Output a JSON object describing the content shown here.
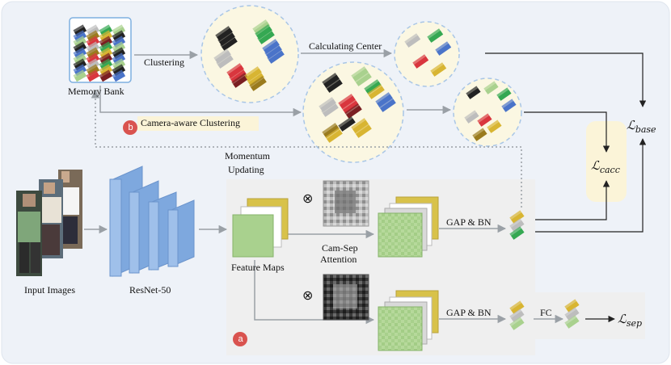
{
  "labels": {
    "memory_bank": "Memory Bank",
    "clustering": "Clustering",
    "calculating_center": "Calculating Center",
    "camera_aware_clustering": "Camera-aware Clustering",
    "momentum": "Momentum",
    "updating": "Updating",
    "input_images": "Input Images",
    "backbone": "ResNet-50",
    "feature_maps": "Feature Maps",
    "cam_sep_1": "Cam-Sep",
    "cam_sep_2": "Attention",
    "gap_bn_top": "GAP & BN",
    "gap_bn_bottom": "GAP & BN",
    "fc": "FC",
    "badge_a": "a",
    "badge_b": "b",
    "otimes_top": "⊗",
    "otimes_bottom": "⊗"
  },
  "losses": {
    "base": "ℒ",
    "base_sub": "base",
    "cacc": "ℒ",
    "cacc_sub": "cacc",
    "sep": "ℒ",
    "sep_sub": "sep"
  },
  "colors": {
    "background_panel": "#eef2f8",
    "module_panel": "#f0f0f0",
    "cluster_fill": "#fbf7e2",
    "cluster_border": "#a9c6e6",
    "backbone_blue": "#8fb6e6",
    "feature_green": "#a9d18e",
    "badge_red": "#d9534f",
    "accent_yellow": "#d8b532"
  }
}
